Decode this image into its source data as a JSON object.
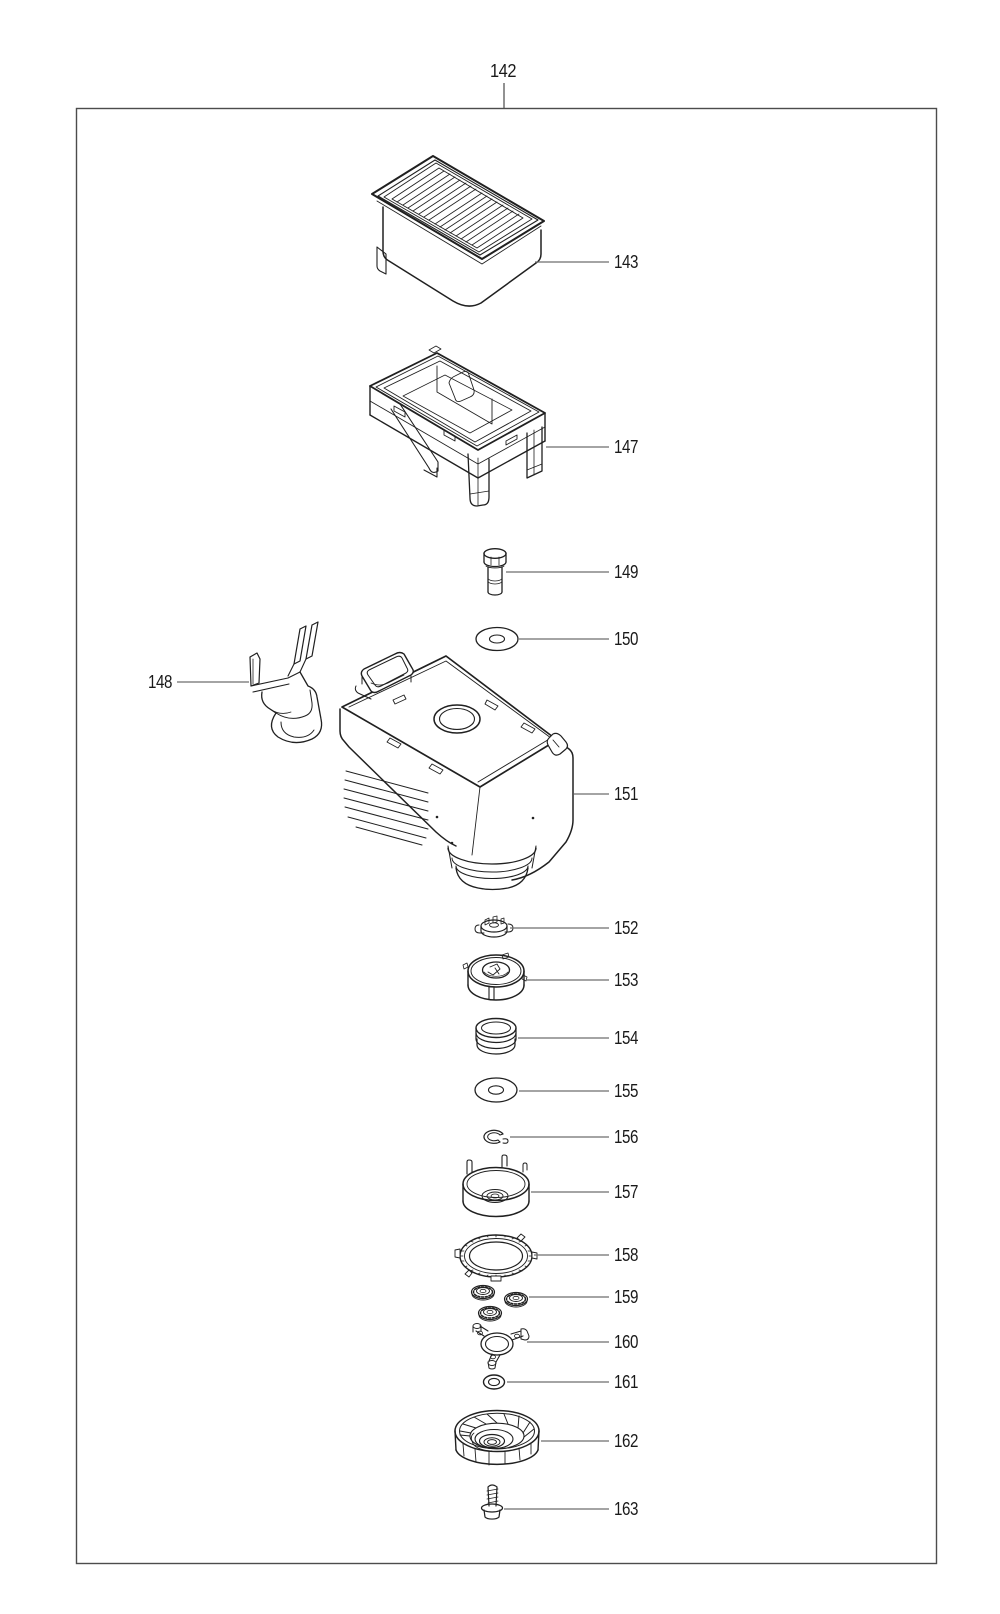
{
  "figure_label": "142",
  "colors": {
    "ink": "#202020",
    "leader_line": "#6e6e6e",
    "frame_border": "#4c4c4c",
    "label_text": "#1a1a1a",
    "background": "#ffffff"
  },
  "callouts": [
    {
      "num": "143"
    },
    {
      "num": "147"
    },
    {
      "num": "149"
    },
    {
      "num": "150"
    },
    {
      "num": "148"
    },
    {
      "num": "151"
    },
    {
      "num": "152"
    },
    {
      "num": "153"
    },
    {
      "num": "154"
    },
    {
      "num": "155"
    },
    {
      "num": "156"
    },
    {
      "num": "157"
    },
    {
      "num": "158"
    },
    {
      "num": "159"
    },
    {
      "num": "160"
    },
    {
      "num": "161"
    },
    {
      "num": "162"
    },
    {
      "num": "163"
    }
  ]
}
